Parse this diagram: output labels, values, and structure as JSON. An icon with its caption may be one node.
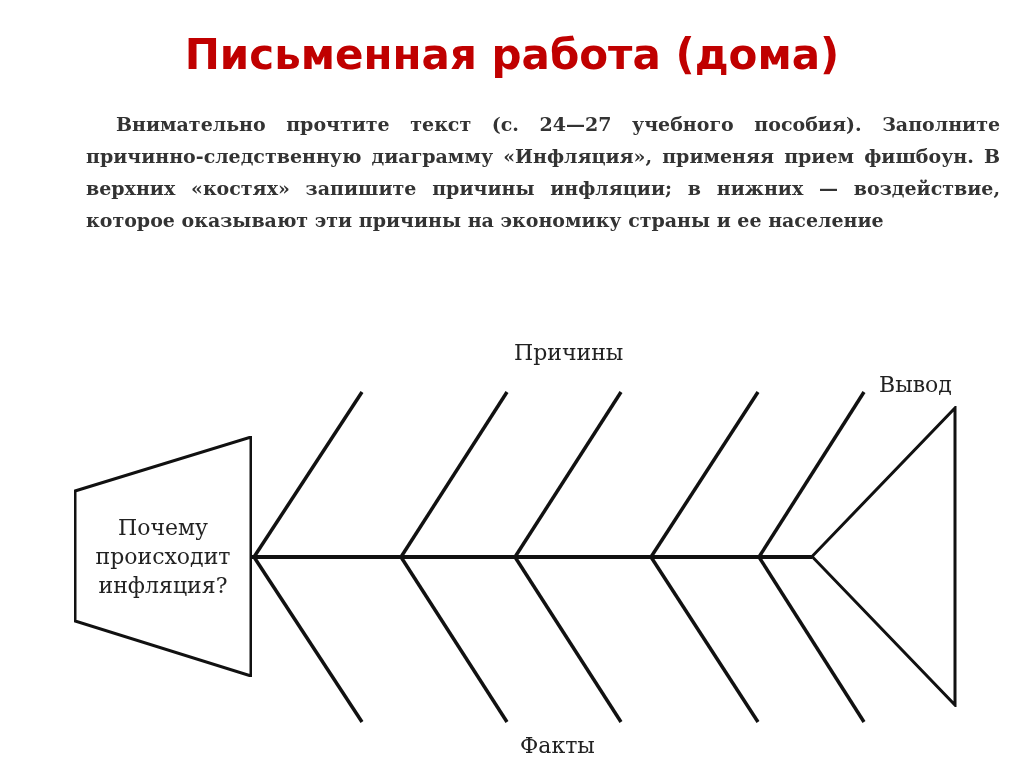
{
  "diagram": {
    "title": "Письменная работа (дома)",
    "nodes": [
      {
        "text": [
          "Почему происходит инфляция?"
        ]
      },
      {
        "text": [],
        "shape": "triangle",
        "beside": [
          "Вывод"
        ]
      }
    ],
    "edges": [
      {
        "from": 0,
        "to": 1,
        "arrow": "none"
      }
    ],
    "labels": [
      "Внимательно прочтите текст (с. 24—27 учебного пособия). Заполните причинно-следственную диаграмму «Инфляция», применяя прием фишбоун. В верхних «костях» запишите причины инфляции; в нижних — воздействие, которое оказывают эти причины на экономику страны и ее население",
      "Причины",
      "Факты"
    ]
  }
}
